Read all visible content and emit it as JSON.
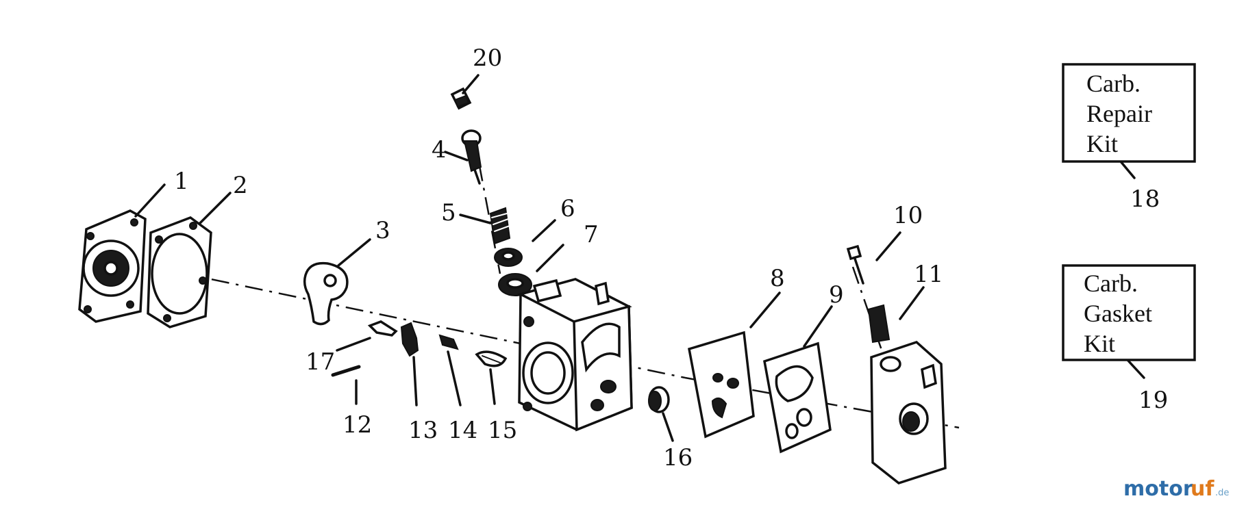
{
  "callouts": [
    {
      "id": "1",
      "label": "1"
    },
    {
      "id": "2",
      "label": "2"
    },
    {
      "id": "3",
      "label": "3"
    },
    {
      "id": "4",
      "label": "4"
    },
    {
      "id": "5",
      "label": "5"
    },
    {
      "id": "6",
      "label": "6"
    },
    {
      "id": "7",
      "label": "7"
    },
    {
      "id": "8",
      "label": "8"
    },
    {
      "id": "9",
      "label": "9"
    },
    {
      "id": "10",
      "label": "10"
    },
    {
      "id": "11",
      "label": "11"
    },
    {
      "id": "12",
      "label": "12"
    },
    {
      "id": "13",
      "label": "13"
    },
    {
      "id": "14",
      "label": "14"
    },
    {
      "id": "15",
      "label": "15"
    },
    {
      "id": "16",
      "label": "16"
    },
    {
      "id": "17",
      "label": "17"
    },
    {
      "id": "18",
      "label": "18"
    },
    {
      "id": "19",
      "label": "19"
    },
    {
      "id": "20",
      "label": "20"
    }
  ],
  "kits": {
    "repair": {
      "line1": "Carb.",
      "line2": "Repair",
      "line3": "Kit",
      "number": "18"
    },
    "gasket": {
      "line1": "Carb.",
      "line2": "Gasket",
      "line3": "Kit",
      "number": "19"
    }
  },
  "watermark": {
    "brand_a": "motor",
    "brand_b": "uf",
    "suffix": ".de",
    "color_a": "#2e6da8",
    "color_b": "#e07a1c"
  }
}
